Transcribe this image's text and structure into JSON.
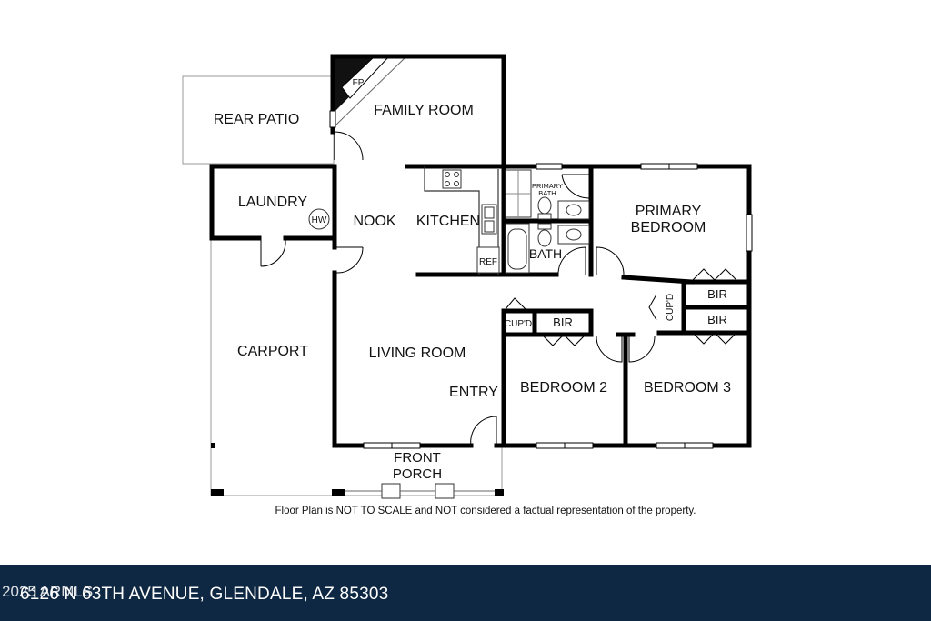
{
  "rooms": {
    "rear_patio": "REAR PATIO",
    "family_room": "FAMILY ROOM",
    "fireplace": "FP",
    "laundry": "LAUNDRY",
    "water_heater": "HW",
    "nook": "NOOK",
    "kitchen": "KITCHEN",
    "refrigerator": "REF",
    "primary_bath_line1": "PRIMARY",
    "primary_bath_line2": "BATH",
    "bath": "BATH",
    "primary_bedroom_line1": "PRIMARY",
    "primary_bedroom_line2": "BEDROOM",
    "carport": "CARPORT",
    "living_room": "LIVING ROOM",
    "entry": "ENTRY",
    "cupboard_left": "CUP'D",
    "bir_center": "BIR",
    "cupboard_right": "CUP'D",
    "bir_upper_right": "BIR",
    "bir_lower_right": "BIR",
    "bedroom_2": "BEDROOM 2",
    "bedroom_3": "BEDROOM 3",
    "front_porch_line1": "FRONT",
    "front_porch_line2": "PORCH"
  },
  "disclaimer": "Floor Plan is NOT TO SCALE and NOT considered a factual representation of the property.",
  "footer": {
    "address": "6126 N 63TH AVENUE, GLENDALE, AZ 85303",
    "copyright": "2025 ARMLS",
    "background_color": "#0e2742"
  }
}
